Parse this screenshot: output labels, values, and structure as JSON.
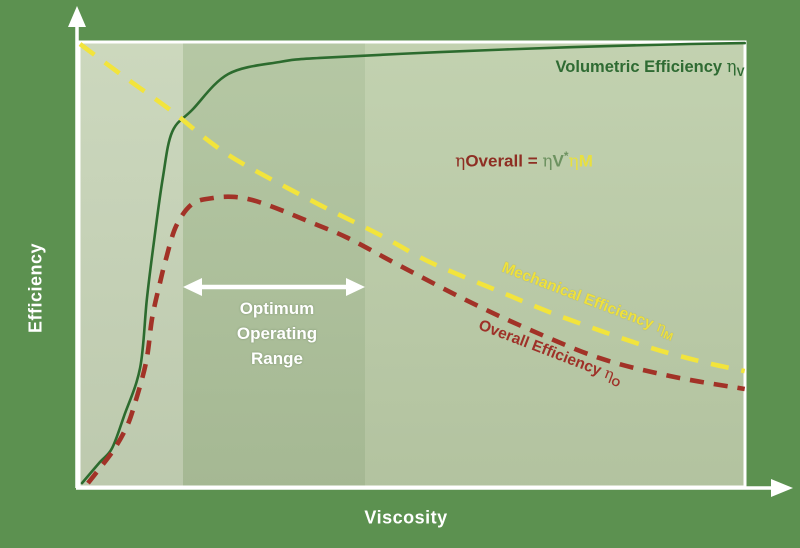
{
  "colors": {
    "background": "#5c9150",
    "plot_zone_left": "#c7d4b7",
    "plot_zone_optimum_band": "#aec29b",
    "plot_zone_right": "#bccda8",
    "axis_and_labels_white": "#ffffff",
    "volumetric_curve": "#2c6b2e",
    "mechanical_curve": "#f2e43c",
    "overall_curve": "#a23227",
    "volumetric_label_text": "#2f6b33",
    "mechanical_label_text": "#efe13c",
    "overall_label_text": "#9e3128",
    "formula_red": "#8e2e23",
    "formula_green": "#6d9260",
    "formula_yellow": "#e8e040"
  },
  "axes": {
    "x_label": "Viscosity",
    "y_label": "Efficiency"
  },
  "labels": {
    "volumetric": {
      "text": "Volumetric Efficiency ",
      "symbol": "η",
      "sub": "V"
    },
    "mechanical": {
      "text": "Mechanical Efficiency ",
      "symbol": "η",
      "sub": "M"
    },
    "overall": {
      "text": "Overall Efficiency ",
      "symbol": "η",
      "sub": "O"
    }
  },
  "formula": {
    "eta": "η",
    "lhs": "Overall",
    "equals": " = ",
    "term1": "V",
    "operator": "*",
    "term2": "M"
  },
  "optimum_range": {
    "line1": "Optimum",
    "line2": "Operating",
    "line3": "Range"
  },
  "chart_data": {
    "type": "line",
    "title": "",
    "xlabel": "Viscosity",
    "ylabel": "Efficiency",
    "x_axis": {
      "range_normalized": [
        0,
        1
      ],
      "ticks": "none"
    },
    "y_axis": {
      "range_normalized": [
        0,
        1
      ],
      "ticks": "none"
    },
    "grid": false,
    "legend_position": "inline-labels",
    "series": [
      {
        "name": "Volumetric Efficiency ηV",
        "style": "solid",
        "color": "#2c6b2e",
        "points": [
          [
            0.006,
            0.011
          ],
          [
            0.033,
            0.058
          ],
          [
            0.051,
            0.089
          ],
          [
            0.069,
            0.161
          ],
          [
            0.093,
            0.268
          ],
          [
            0.103,
            0.42
          ],
          [
            0.114,
            0.554
          ],
          [
            0.127,
            0.692
          ],
          [
            0.141,
            0.795
          ],
          [
            0.171,
            0.844
          ],
          [
            0.225,
            0.924
          ],
          [
            0.302,
            0.951
          ],
          [
            0.362,
            0.96
          ],
          [
            0.542,
            0.973
          ],
          [
            0.737,
            0.984
          ],
          [
            0.916,
            0.991
          ],
          [
            0.998,
            0.993
          ]
        ]
      },
      {
        "name": "Mechanical Efficiency ηM",
        "style": "dashed",
        "color": "#f2e43c",
        "points": [
          [
            0.003,
            0.991
          ],
          [
            0.07,
            0.917
          ],
          [
            0.138,
            0.844
          ],
          [
            0.198,
            0.772
          ],
          [
            0.25,
            0.721
          ],
          [
            0.362,
            0.632
          ],
          [
            0.452,
            0.565
          ],
          [
            0.527,
            0.504
          ],
          [
            0.632,
            0.438
          ],
          [
            0.721,
            0.384
          ],
          [
            0.849,
            0.317
          ],
          [
            0.931,
            0.283
          ],
          [
            0.998,
            0.261
          ]
        ]
      },
      {
        "name": "Overall Efficiency ηO",
        "style": "dashed",
        "color": "#a23227",
        "points": [
          [
            0.015,
            0.011
          ],
          [
            0.051,
            0.08
          ],
          [
            0.072,
            0.134
          ],
          [
            0.084,
            0.183
          ],
          [
            0.102,
            0.281
          ],
          [
            0.111,
            0.379
          ],
          [
            0.123,
            0.46
          ],
          [
            0.132,
            0.513
          ],
          [
            0.147,
            0.585
          ],
          [
            0.171,
            0.634
          ],
          [
            0.201,
            0.647
          ],
          [
            0.231,
            0.65
          ],
          [
            0.26,
            0.643
          ],
          [
            0.296,
            0.625
          ],
          [
            0.347,
            0.594
          ],
          [
            0.404,
            0.558
          ],
          [
            0.482,
            0.496
          ],
          [
            0.587,
            0.415
          ],
          [
            0.677,
            0.353
          ],
          [
            0.781,
            0.29
          ],
          [
            0.886,
            0.25
          ],
          [
            0.998,
            0.221
          ]
        ]
      }
    ],
    "annotations": [
      {
        "type": "band",
        "label": "Optimum Operating Range",
        "x_from_normalized": 0.157,
        "x_to_normalized": 0.429
      },
      {
        "type": "text",
        "text": "ηOverall = ηV*ηM"
      }
    ]
  }
}
